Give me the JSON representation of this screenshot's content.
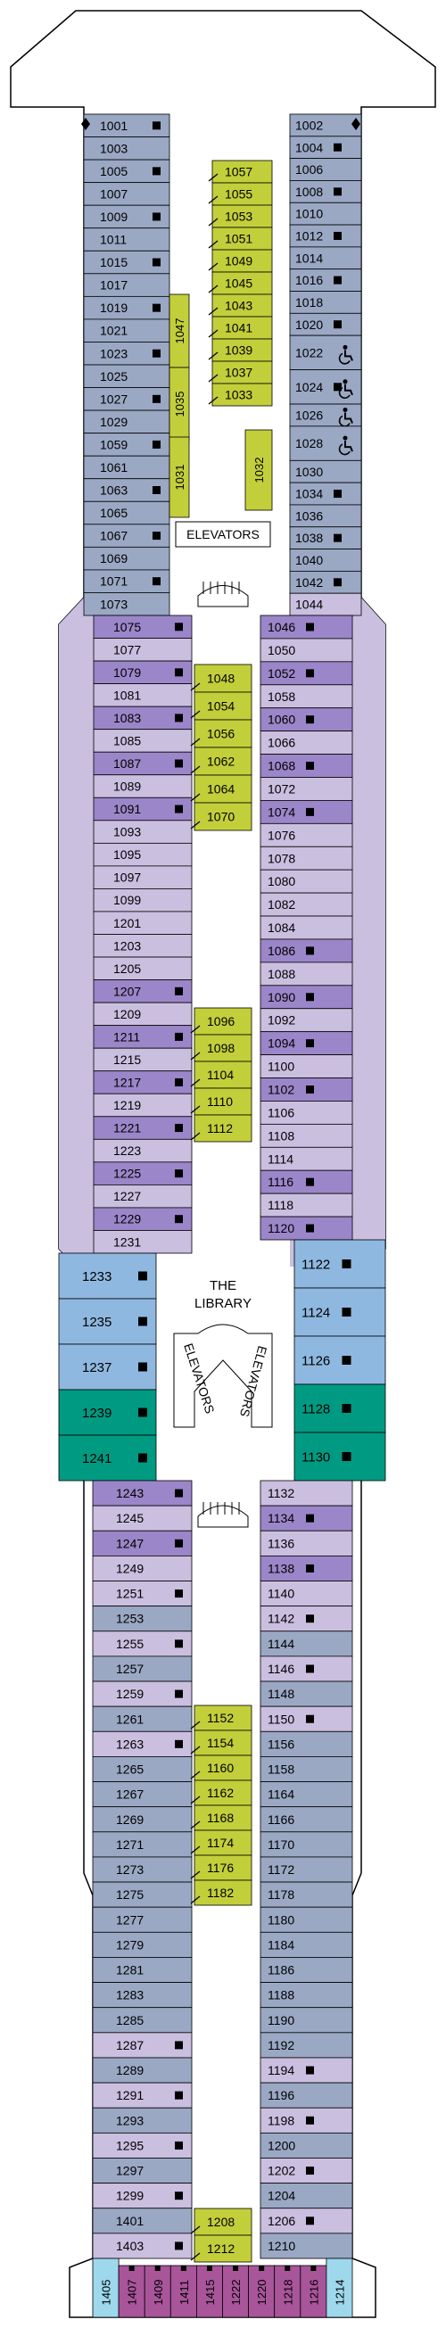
{
  "labels": {
    "elevators_fwd": "ELEVATORS",
    "library_line1": "THE",
    "library_line2": "LIBRARY",
    "elevators_mid_left": "ELEVATORS",
    "elevators_mid_right": "ELEVATORS"
  },
  "colors": {
    "outline": "#000000",
    "grey_blue": "#9aa8c4",
    "lavender": "#cbbfe0",
    "purple_mid": "#9b86c9",
    "purple_dark": "#7b5fb5",
    "sky_blue": "#8fb8e0",
    "teal": "#009a82",
    "lime": "#c2cf3a",
    "magenta": "#a8559a",
    "light_cyan": "#9ed8ec",
    "white": "#ffffff"
  },
  "cabins": {
    "left_a": [
      {
        "n": "1001",
        "sq": true,
        "c": "grey_blue"
      },
      {
        "n": "1003",
        "sq": false,
        "c": "grey_blue"
      },
      {
        "n": "1005",
        "sq": true,
        "c": "grey_blue"
      },
      {
        "n": "1007",
        "sq": false,
        "c": "grey_blue"
      },
      {
        "n": "1009",
        "sq": true,
        "c": "grey_blue"
      },
      {
        "n": "1011",
        "sq": false,
        "c": "grey_blue"
      },
      {
        "n": "1015",
        "sq": true,
        "c": "grey_blue"
      },
      {
        "n": "1017",
        "sq": false,
        "c": "grey_blue"
      },
      {
        "n": "1019",
        "sq": true,
        "c": "grey_blue"
      },
      {
        "n": "1021",
        "sq": false,
        "c": "grey_blue"
      },
      {
        "n": "1023",
        "sq": true,
        "c": "grey_blue"
      },
      {
        "n": "1025",
        "sq": false,
        "c": "grey_blue"
      },
      {
        "n": "1027",
        "sq": true,
        "c": "grey_blue"
      },
      {
        "n": "1029",
        "sq": false,
        "c": "grey_blue"
      },
      {
        "n": "1059",
        "sq": true,
        "c": "grey_blue"
      },
      {
        "n": "1061",
        "sq": false,
        "c": "grey_blue"
      },
      {
        "n": "1063",
        "sq": true,
        "c": "grey_blue"
      },
      {
        "n": "1065",
        "sq": false,
        "c": "grey_blue"
      },
      {
        "n": "1067",
        "sq": true,
        "c": "grey_blue"
      },
      {
        "n": "1069",
        "sq": false,
        "c": "grey_blue"
      },
      {
        "n": "1071",
        "sq": true,
        "c": "grey_blue"
      },
      {
        "n": "1073",
        "sq": false,
        "c": "grey_blue"
      }
    ],
    "right_a": [
      {
        "n": "1002",
        "sq": false,
        "c": "grey_blue"
      },
      {
        "n": "1004",
        "sq": true,
        "c": "grey_blue"
      },
      {
        "n": "1006",
        "sq": false,
        "c": "grey_blue"
      },
      {
        "n": "1008",
        "sq": true,
        "c": "grey_blue"
      },
      {
        "n": "1010",
        "sq": false,
        "c": "grey_blue"
      },
      {
        "n": "1012",
        "sq": true,
        "c": "grey_blue"
      },
      {
        "n": "1014",
        "sq": false,
        "c": "grey_blue"
      },
      {
        "n": "1016",
        "sq": true,
        "c": "grey_blue"
      },
      {
        "n": "1018",
        "sq": false,
        "c": "grey_blue"
      },
      {
        "n": "1020",
        "sq": true,
        "c": "grey_blue"
      },
      {
        "n": "1022",
        "sq": false,
        "c": "grey_blue",
        "acc": true,
        "tall": true
      },
      {
        "n": "1024",
        "sq": true,
        "c": "grey_blue",
        "acc": true,
        "tall": true
      },
      {
        "n": "1026",
        "sq": false,
        "c": "grey_blue",
        "acc": true
      },
      {
        "n": "1028",
        "sq": false,
        "c": "grey_blue",
        "acc": true,
        "tall": true
      },
      {
        "n": "1030",
        "sq": false,
        "c": "grey_blue"
      },
      {
        "n": "1034",
        "sq": true,
        "c": "grey_blue"
      },
      {
        "n": "1036",
        "sq": false,
        "c": "grey_blue"
      },
      {
        "n": "1038",
        "sq": true,
        "c": "grey_blue"
      },
      {
        "n": "1040",
        "sq": false,
        "c": "grey_blue"
      },
      {
        "n": "1042",
        "sq": true,
        "c": "grey_blue"
      },
      {
        "n": "1044",
        "sq": false,
        "c": "lavender"
      }
    ],
    "left_b": [
      {
        "n": "1075",
        "sq": true,
        "c": "purple_mid"
      },
      {
        "n": "1077",
        "sq": false,
        "c": "lavender"
      },
      {
        "n": "1079",
        "sq": true,
        "c": "purple_mid"
      },
      {
        "n": "1081",
        "sq": false,
        "c": "lavender"
      },
      {
        "n": "1083",
        "sq": true,
        "c": "purple_mid"
      },
      {
        "n": "1085",
        "sq": false,
        "c": "lavender"
      },
      {
        "n": "1087",
        "sq": true,
        "c": "purple_mid"
      },
      {
        "n": "1089",
        "sq": false,
        "c": "lavender"
      },
      {
        "n": "1091",
        "sq": true,
        "c": "purple_mid"
      },
      {
        "n": "1093",
        "sq": false,
        "c": "lavender"
      },
      {
        "n": "1095",
        "sq": false,
        "c": "lavender"
      },
      {
        "n": "1097",
        "sq": false,
        "c": "lavender"
      },
      {
        "n": "1099",
        "sq": false,
        "c": "lavender"
      },
      {
        "n": "1201",
        "sq": false,
        "c": "lavender"
      },
      {
        "n": "1203",
        "sq": false,
        "c": "lavender"
      },
      {
        "n": "1205",
        "sq": false,
        "c": "lavender"
      },
      {
        "n": "1207",
        "sq": true,
        "c": "purple_mid"
      },
      {
        "n": "1209",
        "sq": false,
        "c": "lavender"
      },
      {
        "n": "1211",
        "sq": true,
        "c": "purple_mid"
      },
      {
        "n": "1215",
        "sq": false,
        "c": "lavender"
      },
      {
        "n": "1217",
        "sq": true,
        "c": "purple_mid"
      },
      {
        "n": "1219",
        "sq": false,
        "c": "lavender"
      },
      {
        "n": "1221",
        "sq": true,
        "c": "purple_mid"
      },
      {
        "n": "1223",
        "sq": false,
        "c": "lavender"
      },
      {
        "n": "1225",
        "sq": true,
        "c": "purple_mid"
      },
      {
        "n": "1227",
        "sq": false,
        "c": "lavender"
      },
      {
        "n": "1229",
        "sq": true,
        "c": "purple_mid"
      },
      {
        "n": "1231",
        "sq": false,
        "c": "lavender"
      }
    ],
    "right_b": [
      {
        "n": "1046",
        "sq": true,
        "c": "purple_mid"
      },
      {
        "n": "1050",
        "sq": false,
        "c": "lavender"
      },
      {
        "n": "1052",
        "sq": true,
        "c": "purple_mid"
      },
      {
        "n": "1058",
        "sq": false,
        "c": "lavender"
      },
      {
        "n": "1060",
        "sq": true,
        "c": "purple_mid"
      },
      {
        "n": "1066",
        "sq": false,
        "c": "lavender"
      },
      {
        "n": "1068",
        "sq": true,
        "c": "purple_mid"
      },
      {
        "n": "1072",
        "sq": false,
        "c": "lavender"
      },
      {
        "n": "1074",
        "sq": true,
        "c": "purple_mid"
      },
      {
        "n": "1076",
        "sq": false,
        "c": "lavender"
      },
      {
        "n": "1078",
        "sq": false,
        "c": "lavender"
      },
      {
        "n": "1080",
        "sq": false,
        "c": "lavender"
      },
      {
        "n": "1082",
        "sq": false,
        "c": "lavender"
      },
      {
        "n": "1084",
        "sq": false,
        "c": "lavender"
      },
      {
        "n": "1086",
        "sq": true,
        "c": "purple_mid"
      },
      {
        "n": "1088",
        "sq": false,
        "c": "lavender"
      },
      {
        "n": "1090",
        "sq": true,
        "c": "purple_mid"
      },
      {
        "n": "1092",
        "sq": false,
        "c": "lavender"
      },
      {
        "n": "1094",
        "sq": true,
        "c": "purple_mid"
      },
      {
        "n": "1100",
        "sq": false,
        "c": "lavender"
      },
      {
        "n": "1102",
        "sq": true,
        "c": "purple_mid"
      },
      {
        "n": "1106",
        "sq": false,
        "c": "lavender"
      },
      {
        "n": "1108",
        "sq": false,
        "c": "lavender"
      },
      {
        "n": "1114",
        "sq": false,
        "c": "lavender"
      },
      {
        "n": "1116",
        "sq": true,
        "c": "purple_mid"
      },
      {
        "n": "1118",
        "sq": false,
        "c": "lavender"
      },
      {
        "n": "1120",
        "sq": true,
        "c": "purple_mid"
      }
    ],
    "left_c": [
      {
        "n": "1233",
        "sq": true,
        "c": "sky_blue"
      },
      {
        "n": "1235",
        "sq": true,
        "c": "sky_blue"
      },
      {
        "n": "1237",
        "sq": true,
        "c": "sky_blue"
      },
      {
        "n": "1239",
        "sq": true,
        "c": "teal"
      },
      {
        "n": "1241",
        "sq": true,
        "c": "teal"
      }
    ],
    "right_c": [
      {
        "n": "1122",
        "sq": true,
        "c": "sky_blue"
      },
      {
        "n": "1124",
        "sq": true,
        "c": "sky_blue"
      },
      {
        "n": "1126",
        "sq": true,
        "c": "sky_blue"
      },
      {
        "n": "1128",
        "sq": true,
        "c": "teal"
      },
      {
        "n": "1130",
        "sq": true,
        "c": "teal"
      }
    ],
    "left_d": [
      {
        "n": "1243",
        "sq": true,
        "c": "purple_mid"
      },
      {
        "n": "1245",
        "sq": false,
        "c": "lavender"
      },
      {
        "n": "1247",
        "sq": true,
        "c": "purple_mid"
      },
      {
        "n": "1249",
        "sq": false,
        "c": "lavender"
      },
      {
        "n": "1251",
        "sq": true,
        "c": "lavender"
      },
      {
        "n": "1253",
        "sq": false,
        "c": "grey_blue"
      },
      {
        "n": "1255",
        "sq": true,
        "c": "lavender"
      },
      {
        "n": "1257",
        "sq": false,
        "c": "grey_blue"
      },
      {
        "n": "1259",
        "sq": true,
        "c": "lavender"
      },
      {
        "n": "1261",
        "sq": false,
        "c": "grey_blue"
      },
      {
        "n": "1263",
        "sq": true,
        "c": "lavender"
      },
      {
        "n": "1265",
        "sq": false,
        "c": "grey_blue"
      },
      {
        "n": "1267",
        "sq": false,
        "c": "grey_blue"
      },
      {
        "n": "1269",
        "sq": false,
        "c": "grey_blue"
      },
      {
        "n": "1271",
        "sq": false,
        "c": "grey_blue"
      },
      {
        "n": "1273",
        "sq": false,
        "c": "grey_blue"
      },
      {
        "n": "1275",
        "sq": false,
        "c": "grey_blue"
      },
      {
        "n": "1277",
        "sq": false,
        "c": "grey_blue"
      },
      {
        "n": "1279",
        "sq": false,
        "c": "grey_blue"
      },
      {
        "n": "1281",
        "sq": false,
        "c": "grey_blue"
      },
      {
        "n": "1283",
        "sq": false,
        "c": "grey_blue"
      },
      {
        "n": "1285",
        "sq": false,
        "c": "grey_blue"
      },
      {
        "n": "1287",
        "sq": true,
        "c": "lavender"
      },
      {
        "n": "1289",
        "sq": false,
        "c": "grey_blue"
      },
      {
        "n": "1291",
        "sq": true,
        "c": "lavender"
      },
      {
        "n": "1293",
        "sq": false,
        "c": "grey_blue"
      },
      {
        "n": "1295",
        "sq": true,
        "c": "lavender"
      },
      {
        "n": "1297",
        "sq": false,
        "c": "grey_blue"
      },
      {
        "n": "1299",
        "sq": true,
        "c": "lavender"
      },
      {
        "n": "1401",
        "sq": false,
        "c": "grey_blue"
      },
      {
        "n": "1403",
        "sq": true,
        "c": "lavender"
      }
    ],
    "right_d": [
      {
        "n": "1132",
        "sq": false,
        "c": "lavender"
      },
      {
        "n": "1134",
        "sq": true,
        "c": "purple_mid"
      },
      {
        "n": "1136",
        "sq": false,
        "c": "lavender"
      },
      {
        "n": "1138",
        "sq": true,
        "c": "purple_mid"
      },
      {
        "n": "1140",
        "sq": false,
        "c": "lavender"
      },
      {
        "n": "1142",
        "sq": true,
        "c": "lavender"
      },
      {
        "n": "1144",
        "sq": false,
        "c": "grey_blue"
      },
      {
        "n": "1146",
        "sq": true,
        "c": "lavender"
      },
      {
        "n": "1148",
        "sq": false,
        "c": "grey_blue"
      },
      {
        "n": "1150",
        "sq": true,
        "c": "lavender"
      },
      {
        "n": "1156",
        "sq": false,
        "c": "grey_blue"
      },
      {
        "n": "1158",
        "sq": false,
        "c": "grey_blue"
      },
      {
        "n": "1164",
        "sq": false,
        "c": "grey_blue"
      },
      {
        "n": "1166",
        "sq": false,
        "c": "grey_blue"
      },
      {
        "n": "1170",
        "sq": false,
        "c": "grey_blue"
      },
      {
        "n": "1172",
        "sq": false,
        "c": "grey_blue"
      },
      {
        "n": "1178",
        "sq": false,
        "c": "grey_blue"
      },
      {
        "n": "1180",
        "sq": false,
        "c": "grey_blue"
      },
      {
        "n": "1184",
        "sq": false,
        "c": "grey_blue"
      },
      {
        "n": "1186",
        "sq": false,
        "c": "grey_blue"
      },
      {
        "n": "1188",
        "sq": false,
        "c": "grey_blue"
      },
      {
        "n": "1190",
        "sq": false,
        "c": "grey_blue"
      },
      {
        "n": "1192",
        "sq": false,
        "c": "grey_blue"
      },
      {
        "n": "1194",
        "sq": true,
        "c": "lavender"
      },
      {
        "n": "1196",
        "sq": false,
        "c": "grey_blue"
      },
      {
        "n": "1198",
        "sq": true,
        "c": "lavender"
      },
      {
        "n": "1200",
        "sq": false,
        "c": "grey_blue"
      },
      {
        "n": "1202",
        "sq": true,
        "c": "lavender"
      },
      {
        "n": "1204",
        "sq": false,
        "c": "grey_blue"
      },
      {
        "n": "1206",
        "sq": true,
        "c": "lavender"
      },
      {
        "n": "1210",
        "sq": false,
        "c": "grey_blue"
      }
    ],
    "center_fwd_right": [
      "1057",
      "1055",
      "1053",
      "1051",
      "1049",
      "1045",
      "1043",
      "1041",
      "1039",
      "1037",
      "1033"
    ],
    "center_fwd_vertical": [
      "1047",
      "1035",
      "1031",
      "1032"
    ],
    "center_mid1": [
      "1048",
      "1054",
      "1056",
      "1062",
      "1064",
      "1070"
    ],
    "center_mid2": [
      "1096",
      "1098",
      "1104",
      "1110",
      "1112"
    ],
    "center_aft": [
      "1152",
      "1154",
      "1160",
      "1162",
      "1168",
      "1174",
      "1176",
      "1182"
    ],
    "center_stern": [
      "1208",
      "1212"
    ],
    "stern": [
      {
        "n": "1405",
        "c": "light_cyan"
      },
      {
        "n": "1407",
        "c": "magenta"
      },
      {
        "n": "1409",
        "c": "magenta"
      },
      {
        "n": "1411",
        "c": "magenta"
      },
      {
        "n": "1415",
        "c": "magenta"
      },
      {
        "n": "1222",
        "c": "magenta"
      },
      {
        "n": "1220",
        "c": "magenta"
      },
      {
        "n": "1218",
        "c": "magenta"
      },
      {
        "n": "1216",
        "c": "magenta"
      },
      {
        "n": "1214",
        "c": "light_cyan"
      }
    ]
  }
}
